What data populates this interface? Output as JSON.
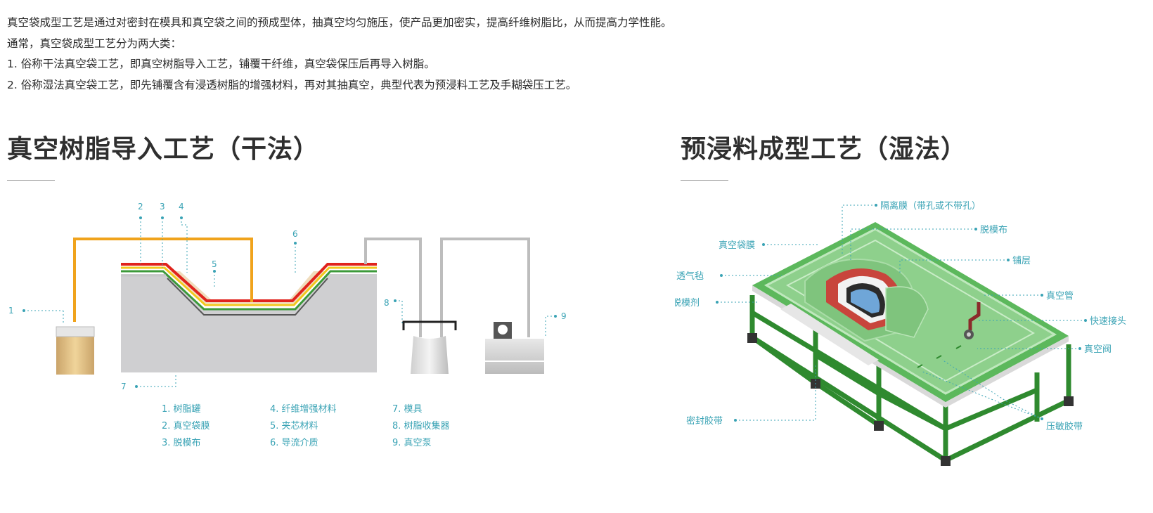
{
  "intro": {
    "lines": [
      "真空袋成型工艺是通过对密封在模具和真空袋之间的预成型体，抽真空均匀施压，使产品更加密实，提高纤维树脂比，从而提高力学性能。",
      "通常，真空袋成型工艺分为两大类：",
      "1. 俗称干法真空袋工艺，即真空树脂导入工艺，铺覆干纤维，真空袋保压后再导入树脂。",
      "2. 俗称湿法真空袋工艺，即先铺覆含有浸透树脂的增强材料，再对其抽真空，典型代表为预浸料工艺及手糊袋压工艺。"
    ]
  },
  "dry": {
    "title": "真空树脂导入工艺（干法）",
    "callouts": [
      "1",
      "2",
      "3",
      "4",
      "5",
      "6",
      "7",
      "8",
      "9"
    ],
    "legend": [
      "1. 树脂罐",
      "2. 真空袋膜",
      "3. 脱模布",
      "4. 纤维增强材料",
      "5. 夹芯材料",
      "6. 导流介质",
      "7. 模具",
      "8. 树脂收集器",
      "9. 真空泵"
    ]
  },
  "wet": {
    "title": "预浸料成型工艺（湿法）",
    "labels": {
      "isolation_film": "隔离膜（带孔或不带孔）",
      "release_cloth": "脱模布",
      "vacuum_bag": "真空袋膜",
      "layup": "铺层",
      "breather": "透气毡",
      "vacuum_tube": "真空管",
      "release_agent": "脱模剂",
      "quick_connector": "快速接头",
      "vacuum_valve": "真空阀",
      "sealant_tape": "密封胶带",
      "pressure_tape": "压敏胶带"
    }
  },
  "colors": {
    "accent": "#3aa3b5",
    "resin_line": "#f0a31c",
    "vacuum_line": "#bdbdbd",
    "mold": "#cfcfd1",
    "bag_red": "#e0231c",
    "fiber_green": "#3c9a3a",
    "core": "#f0dcbc",
    "table_green": "#3d9a3d",
    "bag_green": "#8ed08c"
  }
}
